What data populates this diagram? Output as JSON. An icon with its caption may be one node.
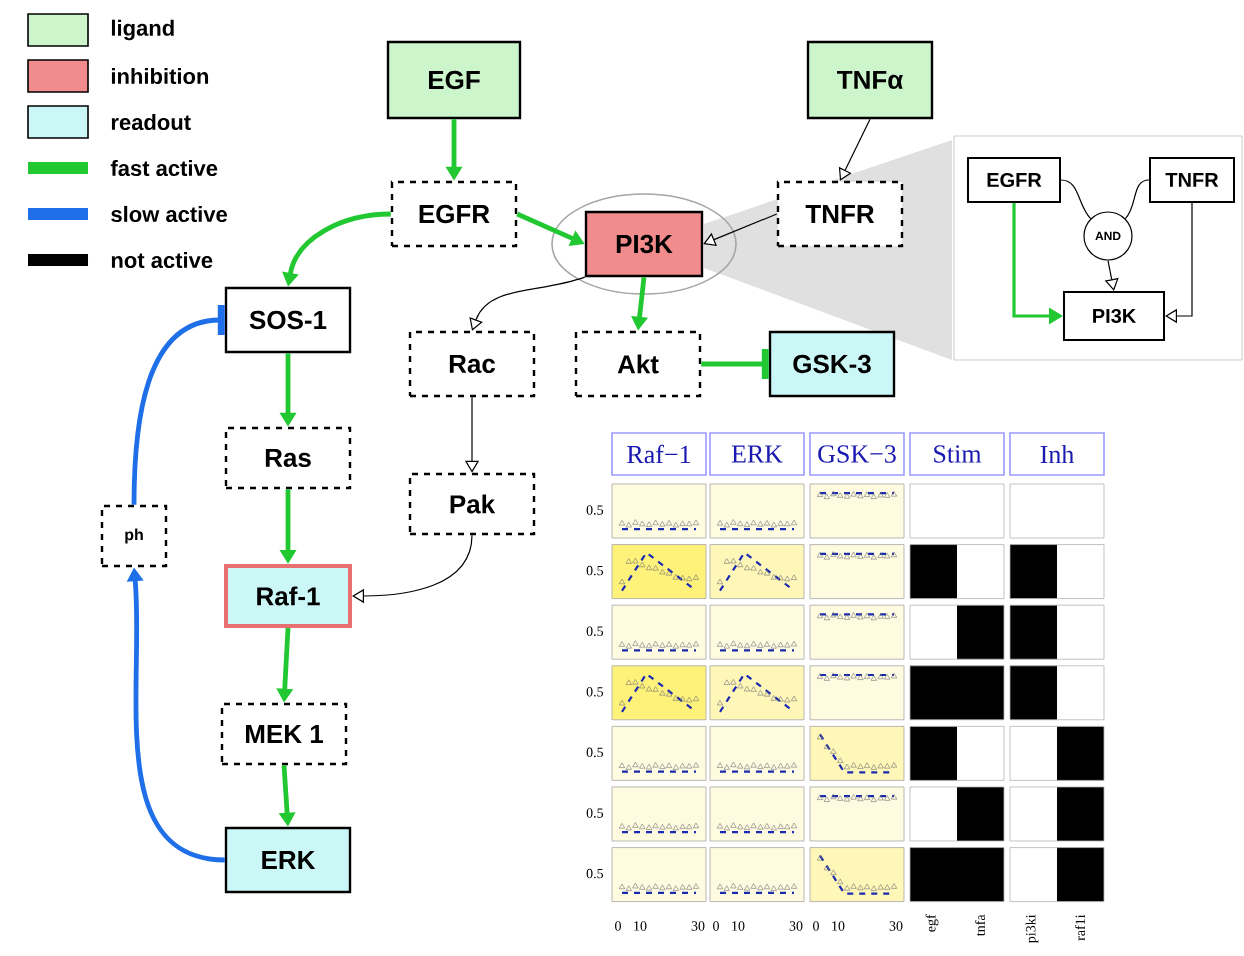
{
  "diagram": {
    "nodes": [
      {
        "text": [
          "EGF"
        ]
      },
      {
        "text": [
          "TNFα"
        ]
      },
      {
        "text": [
          "EGFR"
        ]
      },
      {
        "text": [
          "PI3K"
        ]
      },
      {
        "text": [
          "TNFR"
        ]
      },
      {
        "text": [
          "SOS-1"
        ]
      },
      {
        "text": [
          "Rac"
        ]
      },
      {
        "text": [
          "Akt"
        ]
      },
      {
        "text": [
          "GSK-3"
        ]
      },
      {
        "text": [
          "Ras"
        ]
      },
      {
        "text": [
          "Pak"
        ]
      },
      {
        "text": [
          "ph"
        ]
      },
      {
        "text": [
          "Raf-1"
        ]
      },
      {
        "text": [
          "MEK 1"
        ]
      },
      {
        "text": [
          "ERK"
        ]
      },
      {
        "text": [],
        "shape": "box"
      },
      {
        "text": [
          "EGFR"
        ],
        "in": 15
      },
      {
        "text": [
          "TNFR"
        ],
        "in": 15
      },
      {
        "text": [
          "AND"
        ],
        "in": 15
      },
      {
        "text": [
          "PI3K"
        ],
        "in": 15
      }
    ],
    "edges": [
      {
        "from": 0,
        "to": 2,
        "arrow": "to"
      },
      {
        "from": 2,
        "to": 3,
        "arrow": "to"
      },
      {
        "from": 2,
        "to": 5,
        "arrow": "to"
      },
      {
        "from": 1,
        "to": 4,
        "arrow": "to",
        "color": "#000000"
      },
      {
        "from": 4,
        "to": 3,
        "arrow": "to",
        "color": "#000000"
      },
      {
        "from": 3,
        "to": 6,
        "arrow": "to",
        "color": "#000000"
      },
      {
        "from": 3,
        "to": 7,
        "arrow": "to"
      },
      {
        "from": 7,
        "to": 8,
        "arrow": "other"
      },
      {
        "from": 5,
        "to": 9,
        "arrow": "to"
      },
      {
        "from": 6,
        "to": 10,
        "arrow": "to",
        "color": "#000000"
      },
      {
        "from": 9,
        "to": 12,
        "arrow": "to"
      },
      {
        "from": 10,
        "to": 12,
        "arrow": "to",
        "color": "#000000"
      },
      {
        "from": 12,
        "to": 13,
        "arrow": "to"
      },
      {
        "from": 13,
        "to": 14,
        "arrow": "to"
      },
      {
        "from": 14,
        "to": 11,
        "arrow": "to",
        "color": "#1f6fe8"
      },
      {
        "from": 11,
        "to": 5,
        "arrow": "other",
        "color": "#1f6fe8"
      },
      {
        "from": 16,
        "to": 18,
        "arrow": "none",
        "color": "#000000"
      },
      {
        "from": 17,
        "to": 18,
        "arrow": "none",
        "color": "#000000"
      },
      {
        "from": 18,
        "to": 19,
        "arrow": "to",
        "color": "#000000"
      },
      {
        "from": 16,
        "to": 19,
        "arrow": "to"
      },
      {
        "from": 17,
        "to": 19,
        "arrow": "to",
        "color": "#000000"
      }
    ],
    "labels": [
      "Raf−1",
      "ERK",
      "GSK−3",
      "Stim",
      "Inh",
      "0.5",
      "0.5",
      "0.5",
      "0.5",
      "0.5",
      "0.5",
      "0.5",
      "0",
      "10",
      "30",
      "0",
      "10",
      "30",
      "0",
      "10",
      "30",
      "egf",
      "tnfa",
      "pi3ki",
      "raf1i"
    ],
    "legend": [
      {
        "text": "ligand",
        "color": "#ccf5cc"
      },
      {
        "text": "inhibition",
        "color": "#f28b8b"
      },
      {
        "text": "readout",
        "color": "#ccf7f7"
      },
      {
        "text": "fast active"
      },
      {
        "text": "slow active"
      },
      {
        "text": "not active"
      }
    ]
  }
}
